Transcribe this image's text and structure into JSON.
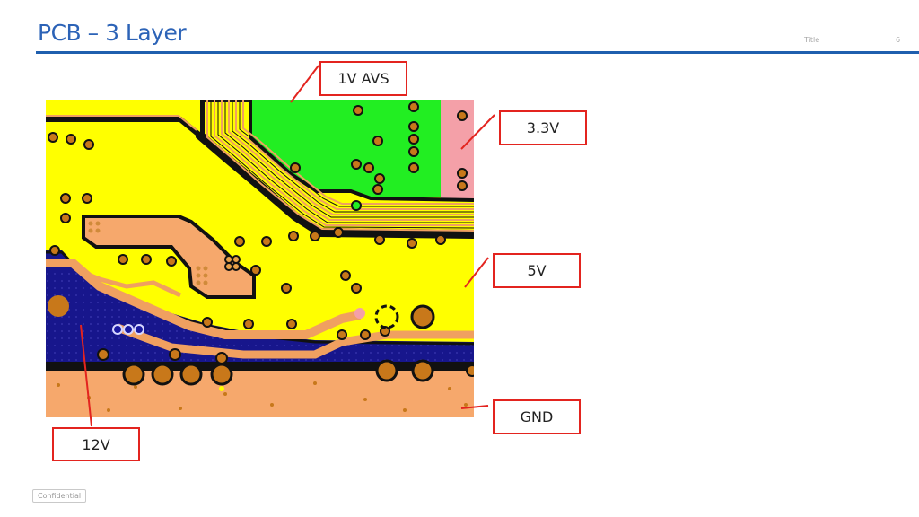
{
  "slide": {
    "title": "PCB – 3 Layer",
    "section_label": "Title",
    "page_number": "6",
    "footer": "Confidential"
  },
  "callouts": {
    "v1_avs": "1V AVS",
    "v3_3": "3.3V",
    "v5": "5V",
    "gnd": "GND",
    "v12": "12V"
  },
  "colors": {
    "accent_blue": "#2c63b7",
    "rule_blue": "#1f5fae",
    "callout_red": "#e3241f",
    "net_5v_yellow": "#ffff00",
    "net_1v_avs_green": "#22ee22",
    "net_3v3_pink": "#f4a0a8",
    "net_12v_navy": "#17168c",
    "net_gnd_copper": "#f6a86c",
    "trace_copper": "#f0a060",
    "pad_gold": "#c8781a"
  }
}
